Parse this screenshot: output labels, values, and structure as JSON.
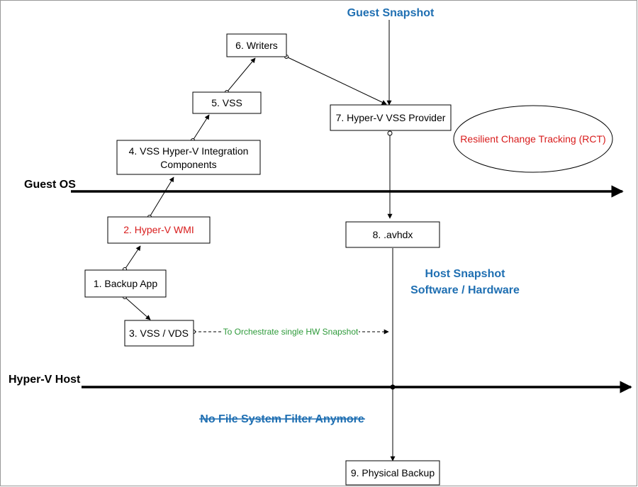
{
  "headings": {
    "guest_snapshot": "Guest Snapshot",
    "host_snapshot_line1": "Host Snapshot",
    "host_snapshot_line2": "Software / Hardware",
    "no_filter": "No File System Filter Anymore"
  },
  "lanes": {
    "guest_os": "Guest OS",
    "hyperv_host": "Hyper-V Host"
  },
  "nodes": {
    "backup_app": "1. Backup App",
    "hyperv_wmi": "2. Hyper-V WMI",
    "vss_vds": "3. VSS / VDS",
    "integration_line1": "4. VSS Hyper-V Integration",
    "integration_line2": "Components",
    "vss": "5. VSS",
    "writers": "6. Writers",
    "vss_provider": "7. Hyper-V VSS Provider",
    "avhdx": "8. .avhdx",
    "physical_backup": "9. Physical Backup"
  },
  "rct": "Resilient Change Tracking (RCT)",
  "orchestrate_note": "To Orchestrate single HW Snapshot",
  "colors": {
    "heading_blue": "#1f6fb2",
    "wmi_red": "#d81b1b",
    "rct_red": "#d81b1b",
    "note_green": "#2e9a3a"
  }
}
